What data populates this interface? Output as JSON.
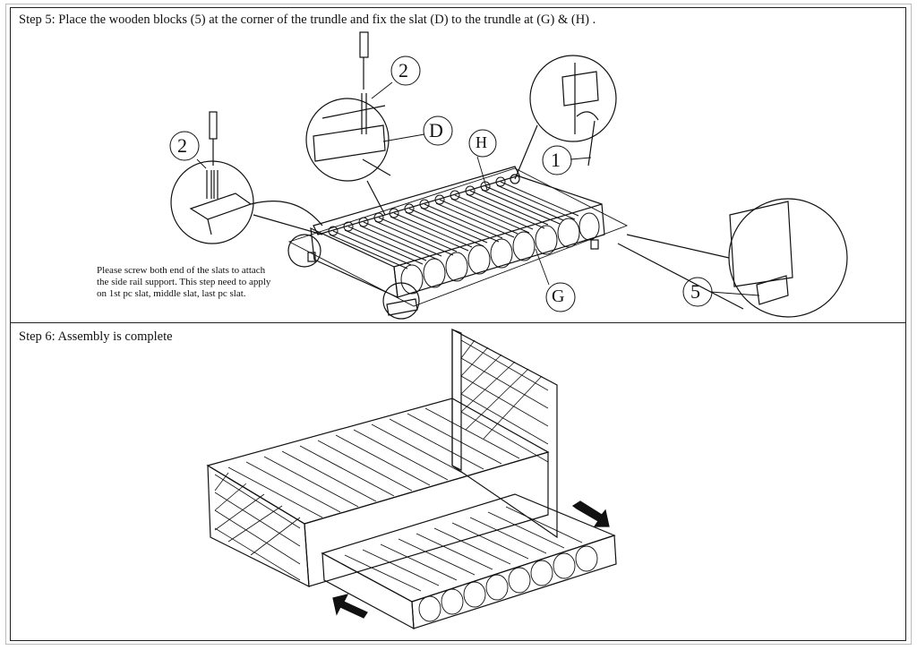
{
  "step5": {
    "title": "Step 5: Place the wooden blocks (5) at the corner of the trundle and fix the slat (D) to the trundle at (G) & (H) .",
    "note_lines": [
      "Please screw both end of the slats to attach",
      "the side rail support. This step need to apply",
      "on 1st pc slat, middle slat, last pc slat."
    ],
    "labels": {
      "screw_left": "2",
      "screw_top": "2",
      "slat": "D",
      "rail_h": "H",
      "rail_g": "G",
      "bracket": "1",
      "block": "5"
    }
  },
  "step6": {
    "title": "Step 6: Assembly is complete"
  },
  "icons": [
    "screwdriver-icon",
    "screw-icon",
    "arrow-icon"
  ]
}
